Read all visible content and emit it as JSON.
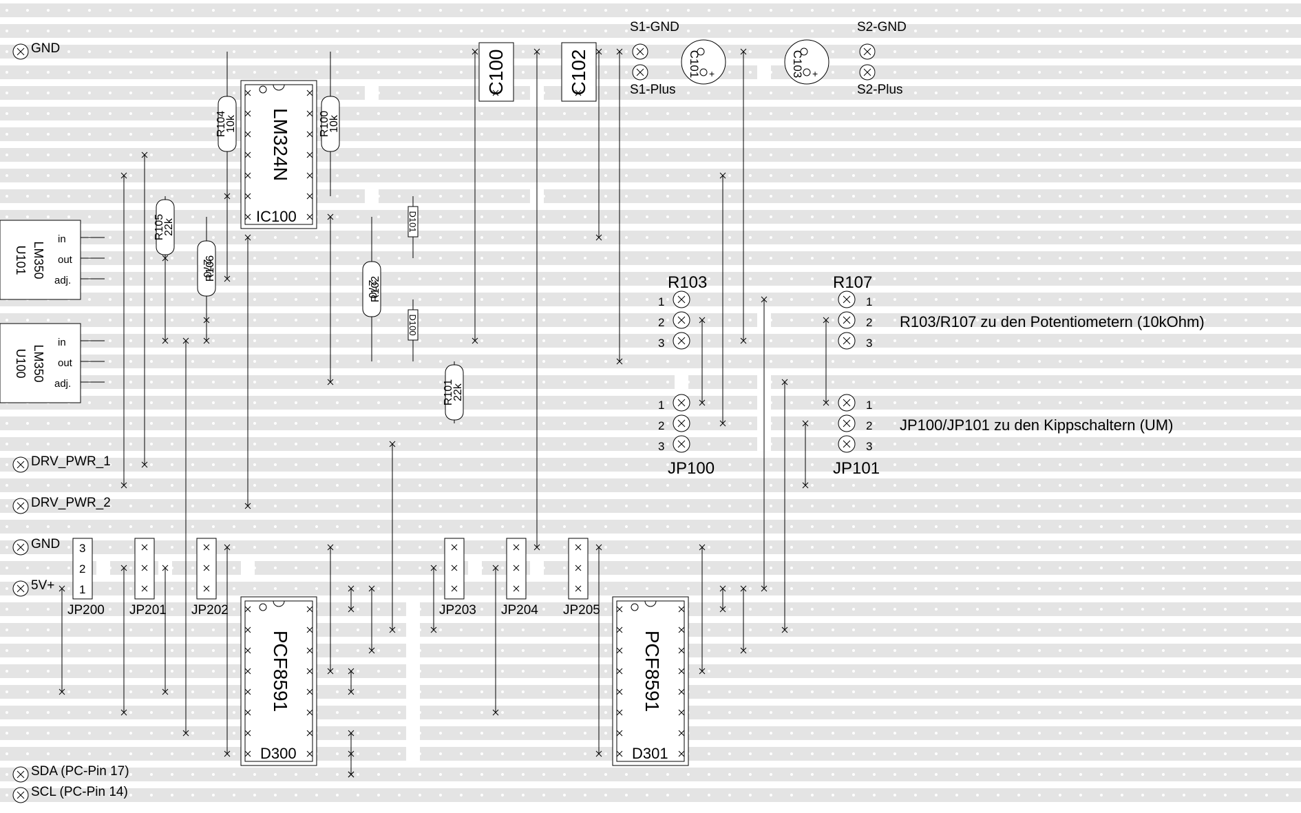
{
  "colors": {
    "strip": "#e4e4e4",
    "hole": "#ffffff",
    "ink": "#000000",
    "background": "#ffffff"
  },
  "connectors_left": [
    {
      "id": "gnd-top",
      "label": "GND"
    },
    {
      "id": "drv-pwr-1",
      "label": "DRV_PWR_1"
    },
    {
      "id": "drv-pwr-2",
      "label": "DRV_PWR_2"
    },
    {
      "id": "gnd-bottom",
      "label": "GND"
    },
    {
      "id": "five-volt",
      "label": "5V+"
    },
    {
      "id": "sda",
      "label": "SDA (PC-Pin 17)"
    },
    {
      "id": "scl",
      "label": "SCL (PC-Pin 14)"
    }
  ],
  "sensor_connectors": {
    "s1_gnd": "S1-GND",
    "s1_plus": "S1-Plus",
    "s2_gnd": "S2-GND",
    "s2_plus": "S2-Plus"
  },
  "chips": {
    "ic100": {
      "part": "LM324N",
      "ref": "IC100"
    },
    "d300": {
      "part": "PCF8591",
      "ref": "D300"
    },
    "d301": {
      "part": "PCF8591",
      "ref": "D301"
    }
  },
  "regulators": [
    {
      "ref": "U101",
      "part": "LM350",
      "pins": [
        "in",
        "out",
        "adj."
      ]
    },
    {
      "ref": "U100",
      "part": "LM350",
      "pins": [
        "in",
        "out",
        "adj."
      ]
    }
  ],
  "capacitors": {
    "c100": "C100",
    "c102": "C102",
    "c101": "C101",
    "c103": "C103"
  },
  "resistors": {
    "r104": {
      "ref": "R104",
      "value": "10k"
    },
    "r100": {
      "ref": "R100",
      "value": "10k"
    },
    "r105": {
      "ref": "R105",
      "value": "22k"
    },
    "r106": {
      "ref": "R106",
      "value": "270"
    },
    "r102": {
      "ref": "R102",
      "value": "270"
    },
    "r101": {
      "ref": "R101",
      "value": "22k"
    }
  },
  "diodes": {
    "d101": "D101",
    "d100": "D100"
  },
  "headers": {
    "r103": {
      "ref": "R103",
      "pins": [
        "1",
        "2",
        "3"
      ]
    },
    "r107": {
      "ref": "R107",
      "pins": [
        "1",
        "2",
        "3"
      ]
    },
    "jp100": {
      "ref": "JP100",
      "pins": [
        "1",
        "2",
        "3"
      ]
    },
    "jp101": {
      "ref": "JP101",
      "pins": [
        "1",
        "2",
        "3"
      ]
    }
  },
  "jumpers": {
    "jp200": {
      "ref": "JP200",
      "pins": [
        "3",
        "2",
        "1"
      ]
    },
    "jp201": {
      "ref": "JP201"
    },
    "jp202": {
      "ref": "JP202"
    },
    "jp203": {
      "ref": "JP203"
    },
    "jp204": {
      "ref": "JP204"
    },
    "jp205": {
      "ref": "JP205"
    }
  },
  "notes": {
    "potentiometers": "R103/R107 zu den Potentiometern (10kOhm)",
    "toggle_switches": "JP100/JP101 zu den Kippschaltern (UM)"
  }
}
